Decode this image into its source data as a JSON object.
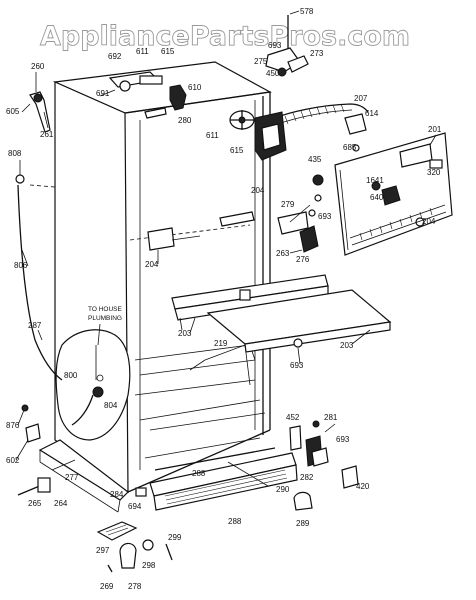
{
  "watermark": "AppliancePartsPros.com",
  "note": {
    "line1": "TO HOUSE",
    "line2": "PLUMBING"
  },
  "labels": [
    {
      "id": "578",
      "text": "578"
    },
    {
      "id": "693a",
      "text": "693"
    },
    {
      "id": "273",
      "text": "273"
    },
    {
      "id": "275",
      "text": "275"
    },
    {
      "id": "450",
      "text": "450"
    },
    {
      "id": "260",
      "text": "260"
    },
    {
      "id": "692",
      "text": "692"
    },
    {
      "id": "611a",
      "text": "611"
    },
    {
      "id": "615a",
      "text": "615"
    },
    {
      "id": "691",
      "text": "691"
    },
    {
      "id": "610",
      "text": "610"
    },
    {
      "id": "280",
      "text": "280"
    },
    {
      "id": "611b",
      "text": "611"
    },
    {
      "id": "615b",
      "text": "615"
    },
    {
      "id": "207",
      "text": "207"
    },
    {
      "id": "614",
      "text": "614"
    },
    {
      "id": "685",
      "text": "685"
    },
    {
      "id": "201",
      "text": "201"
    },
    {
      "id": "605",
      "text": "605"
    },
    {
      "id": "261",
      "text": "261"
    },
    {
      "id": "808",
      "text": "808"
    },
    {
      "id": "435",
      "text": "435"
    },
    {
      "id": "320",
      "text": "320"
    },
    {
      "id": "1641",
      "text": "1641"
    },
    {
      "id": "640",
      "text": "640"
    },
    {
      "id": "204a",
      "text": "204"
    },
    {
      "id": "279",
      "text": "279"
    },
    {
      "id": "693b",
      "text": "693"
    },
    {
      "id": "204b",
      "text": "204"
    },
    {
      "id": "204c",
      "text": "204"
    },
    {
      "id": "263",
      "text": "263"
    },
    {
      "id": "276",
      "text": "276"
    },
    {
      "id": "806",
      "text": "806"
    },
    {
      "id": "203a",
      "text": "203"
    },
    {
      "id": "219",
      "text": "219"
    },
    {
      "id": "203b",
      "text": "203"
    },
    {
      "id": "287",
      "text": "287"
    },
    {
      "id": "693c",
      "text": "693"
    },
    {
      "id": "800",
      "text": "800"
    },
    {
      "id": "804",
      "text": "804"
    },
    {
      "id": "876",
      "text": "876"
    },
    {
      "id": "452",
      "text": "452"
    },
    {
      "id": "281",
      "text": "281"
    },
    {
      "id": "693d",
      "text": "693"
    },
    {
      "id": "602",
      "text": "602"
    },
    {
      "id": "277",
      "text": "277"
    },
    {
      "id": "288a",
      "text": "288"
    },
    {
      "id": "282",
      "text": "282"
    },
    {
      "id": "420",
      "text": "420"
    },
    {
      "id": "290",
      "text": "290"
    },
    {
      "id": "265",
      "text": "265"
    },
    {
      "id": "264",
      "text": "264"
    },
    {
      "id": "284",
      "text": "284"
    },
    {
      "id": "694",
      "text": "694"
    },
    {
      "id": "288b",
      "text": "288"
    },
    {
      "id": "289",
      "text": "289"
    },
    {
      "id": "297",
      "text": "297"
    },
    {
      "id": "298",
      "text": "298"
    },
    {
      "id": "299",
      "text": "299"
    },
    {
      "id": "269",
      "text": "269"
    },
    {
      "id": "278",
      "text": "278"
    }
  ]
}
